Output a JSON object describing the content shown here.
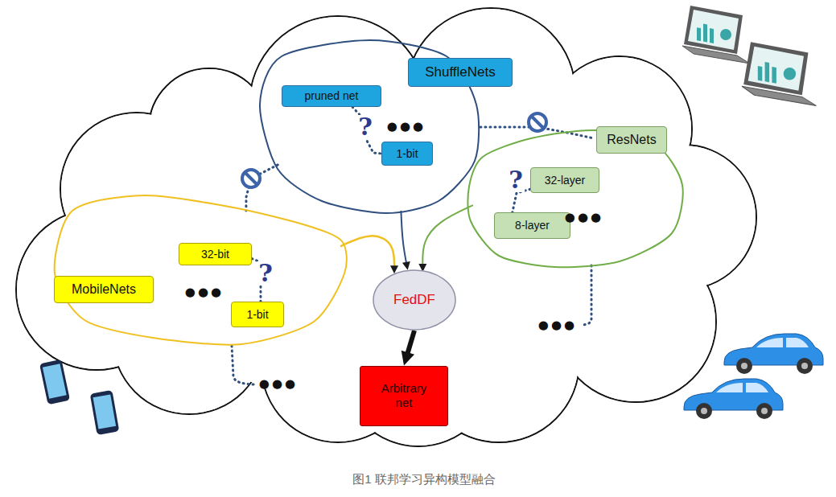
{
  "diagram": {
    "caption": "图1 联邦学习异构模型融合",
    "nodes": [
      {
        "text": [
          "ShuffleNets"
        ]
      },
      {
        "text": [
          "pruned net"
        ],
        "in": 0
      },
      {
        "text": [
          "1-bit"
        ],
        "in": 0
      },
      {
        "text": [
          "ResNets"
        ]
      },
      {
        "text": [
          "32-layer"
        ],
        "in": 3
      },
      {
        "text": [
          "8-layer"
        ],
        "in": 3
      },
      {
        "text": [
          "MobileNets"
        ]
      },
      {
        "text": [
          "32-bit"
        ],
        "in": 6
      },
      {
        "text": [
          "1-bit"
        ],
        "in": 6
      },
      {
        "text": [
          "FedDF"
        ]
      },
      {
        "text": [
          "Arbitrary net"
        ]
      }
    ],
    "edges": [
      {
        "from": 6,
        "to": 9,
        "arrow": "to"
      },
      {
        "from": 0,
        "to": 9,
        "arrow": "to"
      },
      {
        "from": 3,
        "to": 9,
        "arrow": "to"
      },
      {
        "from": 9,
        "to": 10,
        "arrow": "to"
      },
      {
        "from": 0,
        "to": 6,
        "arrow": "none"
      },
      {
        "from": 0,
        "to": 3,
        "arrow": "none"
      },
      {
        "from": 1,
        "to": 2,
        "arrow": "none",
        "label": "?"
      },
      {
        "from": 4,
        "to": 5,
        "arrow": "none",
        "label": "?"
      },
      {
        "from": 7,
        "to": 8,
        "arrow": "none",
        "label": "?"
      }
    ],
    "labels": [
      "●●●",
      "●●●",
      "●●●",
      "●●●",
      "●●●"
    ]
  }
}
